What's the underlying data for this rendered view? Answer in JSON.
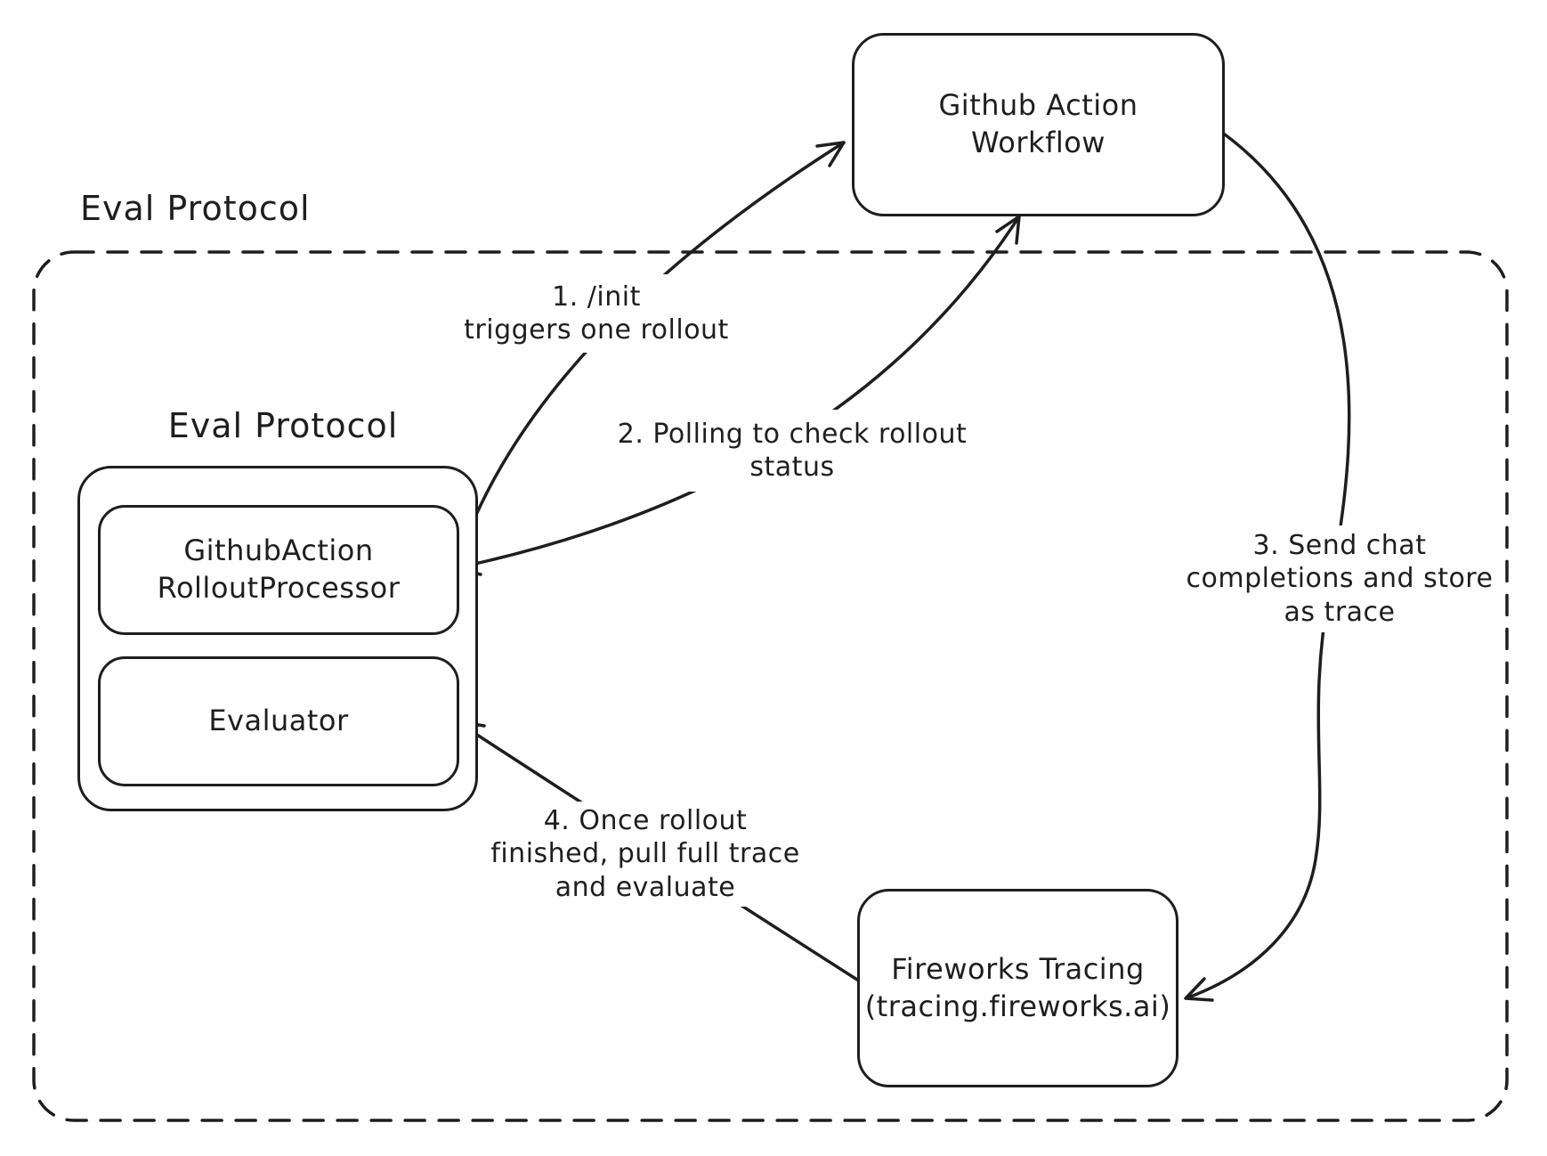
{
  "colors": {
    "stroke": "#1e1e1e",
    "background": "#ffffff"
  },
  "outer_container": {
    "label": "Eval Protocol"
  },
  "inner_container": {
    "label": "Eval Protocol"
  },
  "nodes": {
    "github_action_workflow": {
      "lines": [
        "Github Action",
        "Workflow"
      ]
    },
    "rollout_processor": {
      "lines": [
        "GithubAction",
        "RolloutProcessor"
      ]
    },
    "evaluator": {
      "lines": [
        "Evaluator"
      ]
    },
    "fireworks_tracing": {
      "lines": [
        "Fireworks Tracing",
        "(tracing.fireworks.ai)"
      ]
    }
  },
  "arrows": [
    {
      "name": "init-triggers-rollout",
      "label_lines": [
        "1. /init",
        "triggers one rollout"
      ]
    },
    {
      "name": "polling-rollout-status",
      "label_lines": [
        "2. Polling to check rollout",
        "status"
      ]
    },
    {
      "name": "send-chat-completions",
      "label_lines": [
        "3. Send chat",
        "completions and store",
        "as trace"
      ]
    },
    {
      "name": "pull-trace-and-evaluate",
      "label_lines": [
        "4. Once rollout",
        "finished, pull full trace",
        "and evaluate"
      ]
    }
  ]
}
